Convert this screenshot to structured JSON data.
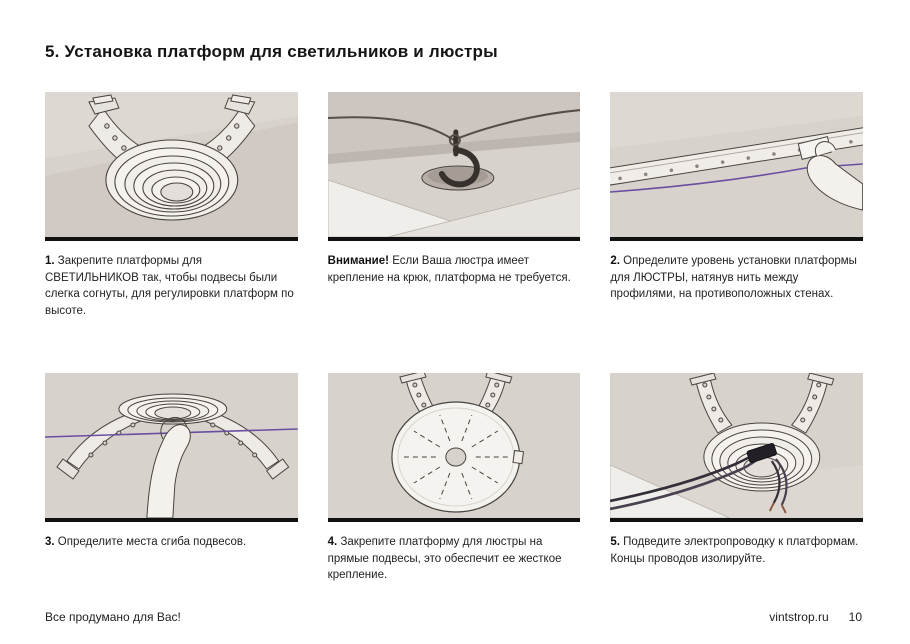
{
  "page": {
    "title": "5. Установка платформ для светильников и люстры",
    "footer_left": "Все продумано для Вас!",
    "footer_site": "vintstrop.ru",
    "page_number": "10"
  },
  "panels": [
    {
      "num": "1.",
      "text": "Закрепите платформы для СВЕТИЛЬНИКОВ так, чтобы подвесы были слегка согнуты, для регулировки платформ по высоте.",
      "illustration": "spotlight-platform-with-bent-hangers"
    },
    {
      "num": "Внимание!",
      "text": "Если Ваша люстра имеет крепление на крюк, платформа не требуется.",
      "illustration": "ceiling-hook-through-hole"
    },
    {
      "num": "2.",
      "text": "Определите уровень установки платформы для ЛЮСТРЫ, натянув нить между профилями, на противоположных стенах.",
      "illustration": "level-thread-between-profiles"
    },
    {
      "num": "3.",
      "text": "Определите места сгиба подвесов.",
      "illustration": "hanger-bend-points"
    },
    {
      "num": "4.",
      "text": "Закрепите платформу для люстры на прямые подвесы, это обеспечит ее жесткое крепление.",
      "illustration": "chandelier-platform-straight-hangers"
    },
    {
      "num": "5.",
      "text": "Подведите электропроводку к платформам. Концы проводов изолируйте.",
      "illustration": "wiring-to-platform"
    }
  ],
  "colors": {
    "accent_purple": "#6a4fa0",
    "illustration_bg": "#d8d2cc",
    "bar": "#111111"
  }
}
